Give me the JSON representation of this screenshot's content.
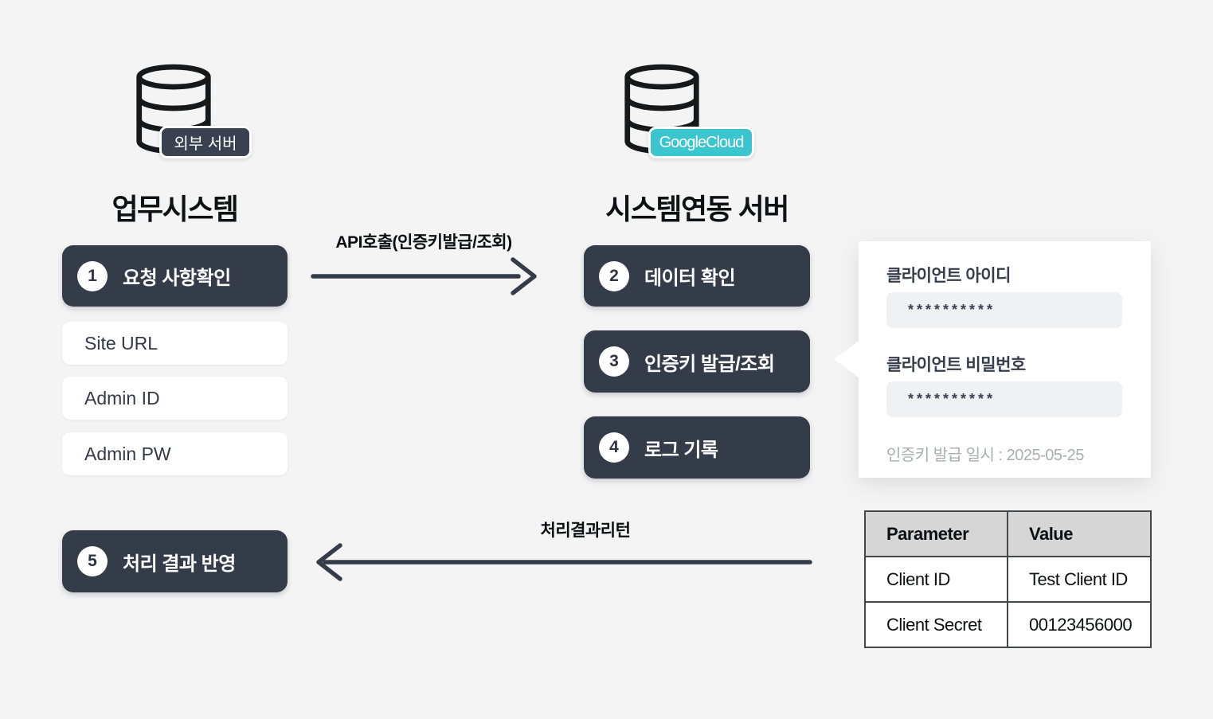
{
  "colors": {
    "background": "#f4f4f5",
    "dark_box": "#353c49",
    "badge_dark": "#3a4150",
    "badge_teal": "#3bc5ce",
    "input_bg": "#f0f1f3",
    "table_header_bg": "#d6d6d6",
    "muted_text": "#a9adb4"
  },
  "left_system": {
    "badge": "외부 서버",
    "title": "업무시스템",
    "step1": {
      "num": "1",
      "label": "요청 사항확인"
    },
    "items": [
      "Site URL",
      "Admin ID",
      "Admin PW"
    ],
    "step5": {
      "num": "5",
      "label": "처리 결과 반영"
    }
  },
  "right_system": {
    "badge": "GoogleCloud",
    "title": "시스템연동 서버",
    "steps": [
      {
        "num": "2",
        "label": "데이터 확인"
      },
      {
        "num": "3",
        "label": "인증키 발급/조회"
      },
      {
        "num": "4",
        "label": "로그 기록"
      }
    ]
  },
  "arrows": {
    "request_label": "API호출(인증키발급/조회)",
    "response_label": "처리결과리턴"
  },
  "tooltip": {
    "client_id_label": "클라이언트 아이디",
    "client_id_value": "**********",
    "client_secret_label": "클라이언트 비밀번호",
    "client_secret_value": "**********",
    "issued_at": "인증키 발급 일시 : 2025-05-25"
  },
  "table": {
    "headers": [
      "Parameter",
      "Value"
    ],
    "rows": [
      [
        "Client ID",
        "Test Client ID"
      ],
      [
        "Client Secret",
        "00123456000"
      ]
    ]
  }
}
